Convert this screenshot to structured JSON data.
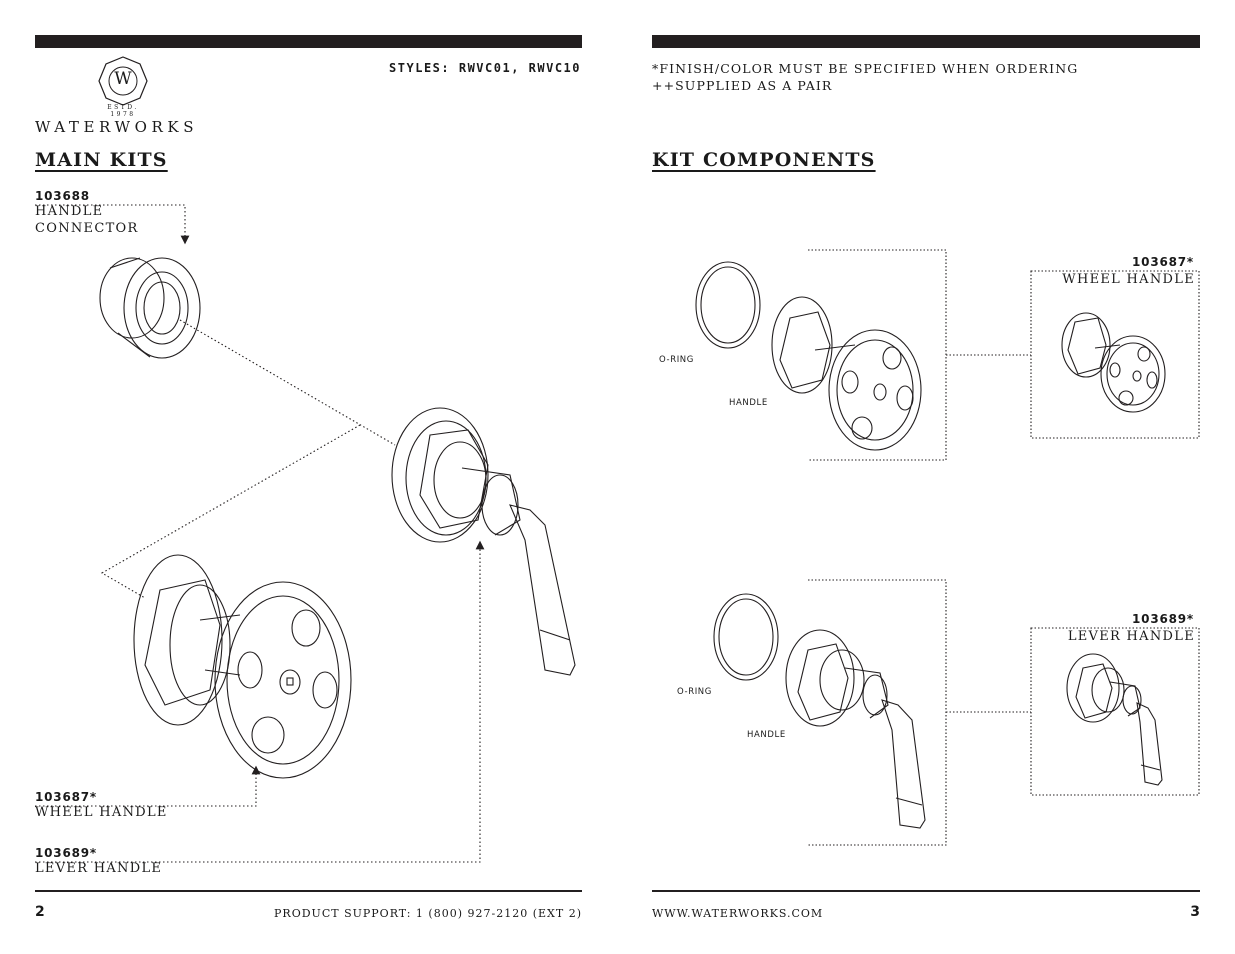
{
  "left_page": {
    "styles_label": "STYLES: RWVC01, RWVC10",
    "logo": {
      "monogram": "W",
      "estd": "ESTD. 1978",
      "brand": "WATERWORKS"
    },
    "heading": "MAIN KITS",
    "callouts": [
      {
        "number": "103688",
        "lines": [
          "HANDLE",
          "CONNECTOR"
        ]
      },
      {
        "number": "103687*",
        "lines": [
          "WHEEL HANDLE"
        ]
      },
      {
        "number": "103689*",
        "lines": [
          "LEVER HANDLE"
        ]
      }
    ],
    "page_number": "2",
    "footer": "PRODUCT SUPPORT: 1 (800) 927-2120 (EXT 2)"
  },
  "right_page": {
    "notes": [
      "*FINISH/COLOR MUST BE SPECIFIED WHEN ORDERING",
      "++SUPPLIED AS A PAIR"
    ],
    "heading": "KIT COMPONENTS",
    "wheel_group": {
      "number": "103687*",
      "title": "WHEEL HANDLE",
      "oring": "O-RING",
      "handle": "HANDLE"
    },
    "lever_group": {
      "number": "103689*",
      "title": "LEVER HANDLE",
      "oring": "O-RING",
      "handle": "HANDLE"
    },
    "footer": "WWW.WATERWORKS.COM",
    "page_number": "3"
  },
  "icons": [
    "octagon-logo-icon",
    "dotted-arrow-icon"
  ]
}
